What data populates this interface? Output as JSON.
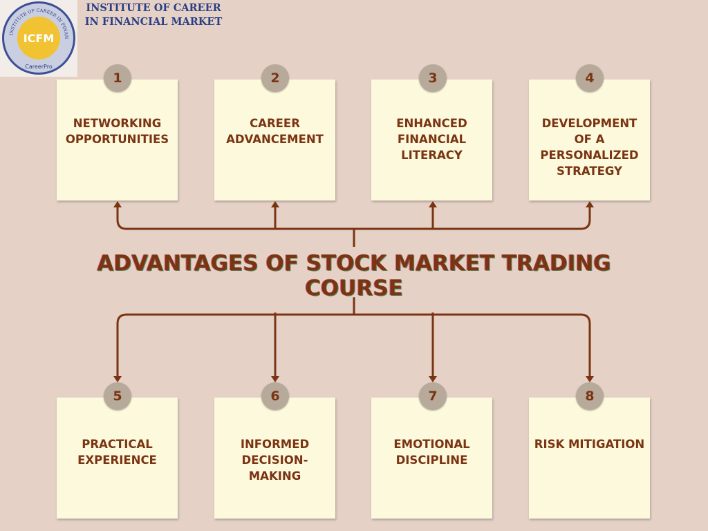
{
  "logo": {
    "ring_text": "INSTITUTE OF CAREER IN FINANCIAL MARKET",
    "center": "ICFM",
    "bottom": "CareerPro"
  },
  "header": {
    "org_name": "INSTITUTE OF CAREER IN FINANCIAL MARKET"
  },
  "title": "ADVANTAGES OF STOCK MARKET TRADING COURSE",
  "items": [
    {
      "num": "1",
      "label": "NETWORKING OPPORTUNITIES"
    },
    {
      "num": "2",
      "label": "CAREER ADVANCEMENT"
    },
    {
      "num": "3",
      "label": "ENHANCED FINANCIAL LITERACY"
    },
    {
      "num": "4",
      "label": "DEVELOPMENT OF A PERSONALIZED STRATEGY"
    },
    {
      "num": "5",
      "label": "PRACTICAL EXPERIENCE"
    },
    {
      "num": "6",
      "label": "INFORMED DECISION-MAKING"
    },
    {
      "num": "7",
      "label": "EMOTIONAL DISCIPLINE"
    },
    {
      "num": "8",
      "label": "RISK MITIGATION"
    }
  ],
  "colors": {
    "background": "#e5d1c6",
    "card": "#fdf9dd",
    "text": "#7a3412",
    "badge": "#b7aa9b",
    "org_text": "#2a3f86"
  }
}
